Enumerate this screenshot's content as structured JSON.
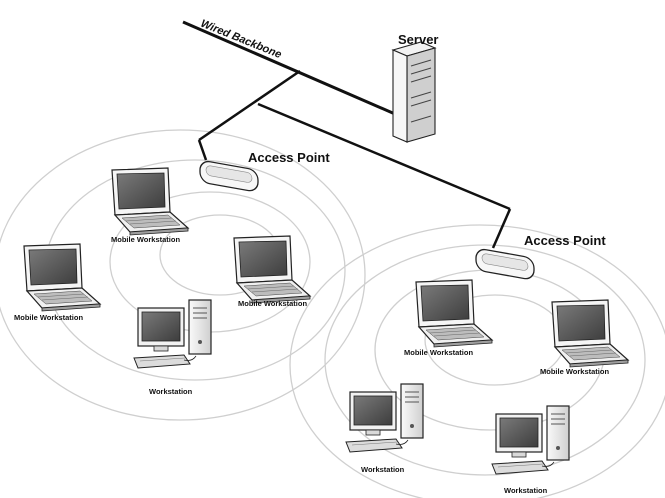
{
  "labels": {
    "backbone": "Wired Backbone",
    "server": "Server",
    "access_point_1": "Access Point",
    "access_point_2": "Access Point",
    "mobile_workstation_1": "Mobile Workstation",
    "mobile_workstation_2": "Mobile Workstation",
    "mobile_workstation_3": "Mobile Workstation",
    "mobile_workstation_4": "Mobile Workstation",
    "mobile_workstation_5": "Mobile Workstation",
    "workstation_1": "Workstation",
    "workstation_2": "Workstation",
    "workstation_3": "Workstation"
  },
  "colors": {
    "line": "#111111",
    "screen": "#555555",
    "ring": "#cfcfcf"
  }
}
